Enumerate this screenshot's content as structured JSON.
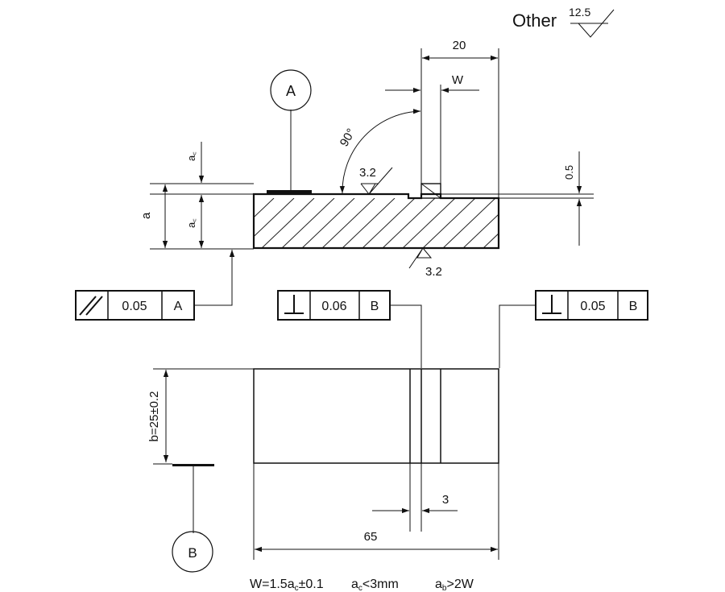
{
  "roughness": {
    "label": "Other",
    "value": "12.5",
    "upper_surface": "3.2",
    "lower_surface": "3.2"
  },
  "datums": {
    "a": "A",
    "b": "B"
  },
  "top_view": {
    "angle": "90°",
    "dim_notch_offset": "20",
    "dim_notch_width": "W",
    "dim_thickness": "0.5",
    "label_a": "a",
    "label_ac_upper": "a꜀",
    "label_ac_lower": "a꜀"
  },
  "tolerances": [
    {
      "symbol": "parallelism",
      "value": "0.05",
      "datum": "A"
    },
    {
      "symbol": "perpendicularity",
      "value": "0.06",
      "datum": "B"
    },
    {
      "symbol": "perpendicularity",
      "value": "0.05",
      "datum": "B"
    }
  ],
  "bottom_view": {
    "dim_width": "b=25±0.2",
    "dim_slot": "3",
    "dim_length": "65"
  },
  "formula": {
    "w_main": "W=1.5a",
    "w_sub": "c",
    "w_tol": "±0.1",
    "ac_main": "a",
    "ac_sub": "c",
    "ac_cond": "<3mm",
    "ab_main": "a",
    "ab_sub": "b",
    "ab_cond": ">2W"
  }
}
